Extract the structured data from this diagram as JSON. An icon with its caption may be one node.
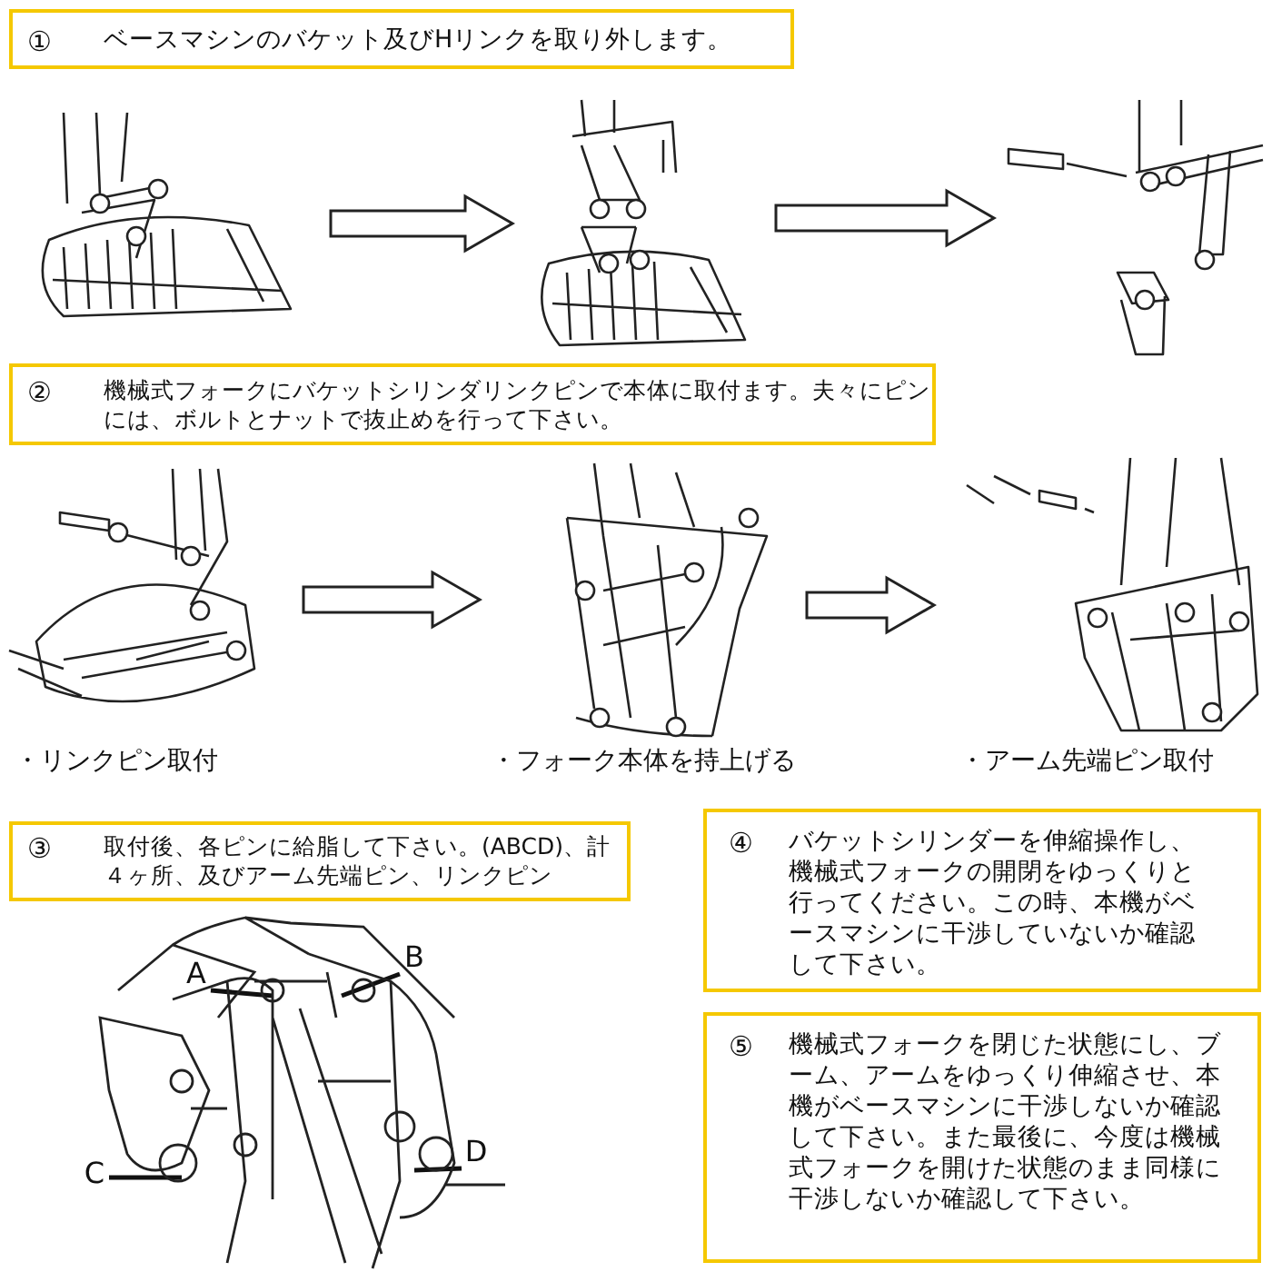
{
  "diagram": {
    "nodes": [
      {
        "text": [
          "①",
          "ベースマシンのバケット及びHリンクを取り外します。"
        ]
      },
      {
        "text": [],
        "shape": "picture"
      },
      {
        "text": [],
        "shape": "picture"
      },
      {
        "text": [],
        "shape": "picture"
      },
      {
        "text": [
          "②",
          "機械式フォークにバケットシリンダリンクピンで本体に取付ます。夫々にピンには、ボルトとナットで抜止めを行って下さい。"
        ]
      },
      {
        "text": [],
        "shape": "picture",
        "beside": [
          "・リンクピン取付"
        ]
      },
      {
        "text": [],
        "shape": "picture",
        "beside": [
          "・フォーク本体を持上げる"
        ]
      },
      {
        "text": [],
        "shape": "picture",
        "beside": [
          "・アーム先端ピン取付"
        ]
      },
      {
        "text": [
          "③",
          "取付後、各ピンに給脂して下さい。(ABCD)、計４ヶ所、及びアーム先端ピン、リンクピン"
        ]
      },
      {
        "text": [],
        "shape": "picture"
      },
      {
        "text": [
          "A"
        ],
        "in": 9
      },
      {
        "text": [
          "B"
        ],
        "in": 9
      },
      {
        "text": [
          "C"
        ],
        "in": 9
      },
      {
        "text": [
          "D"
        ],
        "in": 9
      },
      {
        "text": [
          "④",
          "バケットシリンダーを伸縮操作し、機械式フォークの開閉をゆっくりと行ってください。この時、本機がベースマシンに干渉していないか確認して下さい。"
        ]
      },
      {
        "text": [
          "⑤",
          "機械式フォークを閉じた状態にし、ブーム、アームをゆっくり伸縮させ、本機がベースマシンに干渉しないか確認して下さい。また最後に、今度は機械式フォークを開けた状態のまま同様に干渉しないか確認して下さい。"
        ]
      }
    ],
    "edges": [
      {
        "from": 1,
        "to": 2,
        "arrow": "to"
      },
      {
        "from": 2,
        "to": 3,
        "arrow": "to"
      },
      {
        "from": 5,
        "to": 6,
        "arrow": "to"
      },
      {
        "from": 6,
        "to": 7,
        "arrow": "to"
      },
      {
        "from": 10,
        "to": null,
        "arrow": "none"
      },
      {
        "from": 11,
        "to": null,
        "arrow": "none"
      },
      {
        "from": 12,
        "to": null,
        "arrow": "none"
      },
      {
        "from": 13,
        "to": null,
        "arrow": "none"
      }
    ]
  }
}
